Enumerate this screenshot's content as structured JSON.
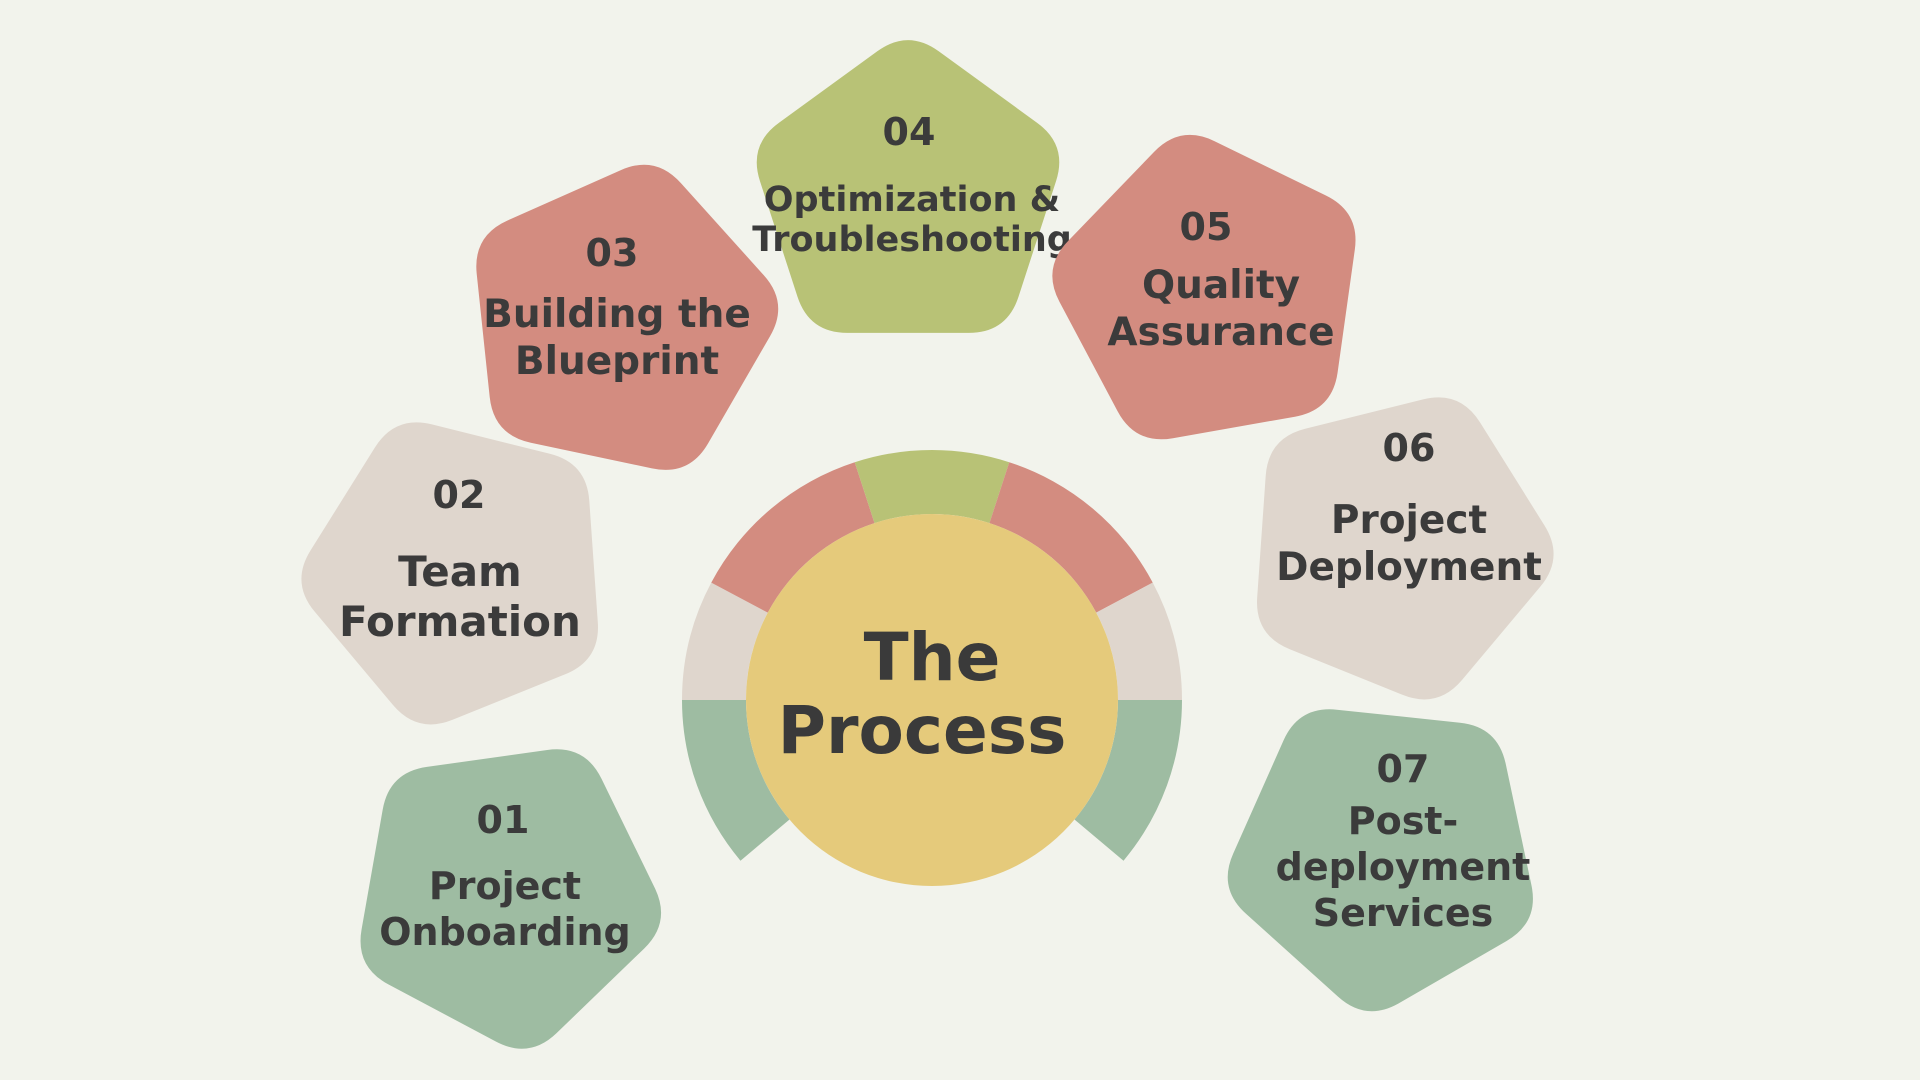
{
  "colors": {
    "background": "#f2f3ec",
    "green": "#9ebca2",
    "beige": "#dfd6cd",
    "salmon": "#d38c80",
    "olive": "#b8c276",
    "center": "#e5ca7b",
    "text": "#3b3b3b"
  },
  "center": {
    "line1": "The",
    "line2": "Process"
  },
  "steps": [
    {
      "number": "01",
      "label_lines": [
        "Project",
        "Onboarding"
      ],
      "color": "#9ebca2"
    },
    {
      "number": "02",
      "label_lines": [
        "Team",
        "Formation"
      ],
      "color": "#dfd6cd"
    },
    {
      "number": "03",
      "label_lines": [
        "Building the",
        "Blueprint"
      ],
      "color": "#d38c80"
    },
    {
      "number": "04",
      "label_lines": [
        "Optimization &",
        "Troubleshooting"
      ],
      "color": "#b8c276"
    },
    {
      "number": "05",
      "label_lines": [
        "Quality",
        "Assurance"
      ],
      "color": "#d38c80"
    },
    {
      "number": "06",
      "label_lines": [
        "Project",
        "Deployment"
      ],
      "color": "#dfd6cd"
    },
    {
      "number": "07",
      "label_lines": [
        "Post-",
        "deployment",
        "Services"
      ],
      "color": "#9ebca2"
    }
  ]
}
